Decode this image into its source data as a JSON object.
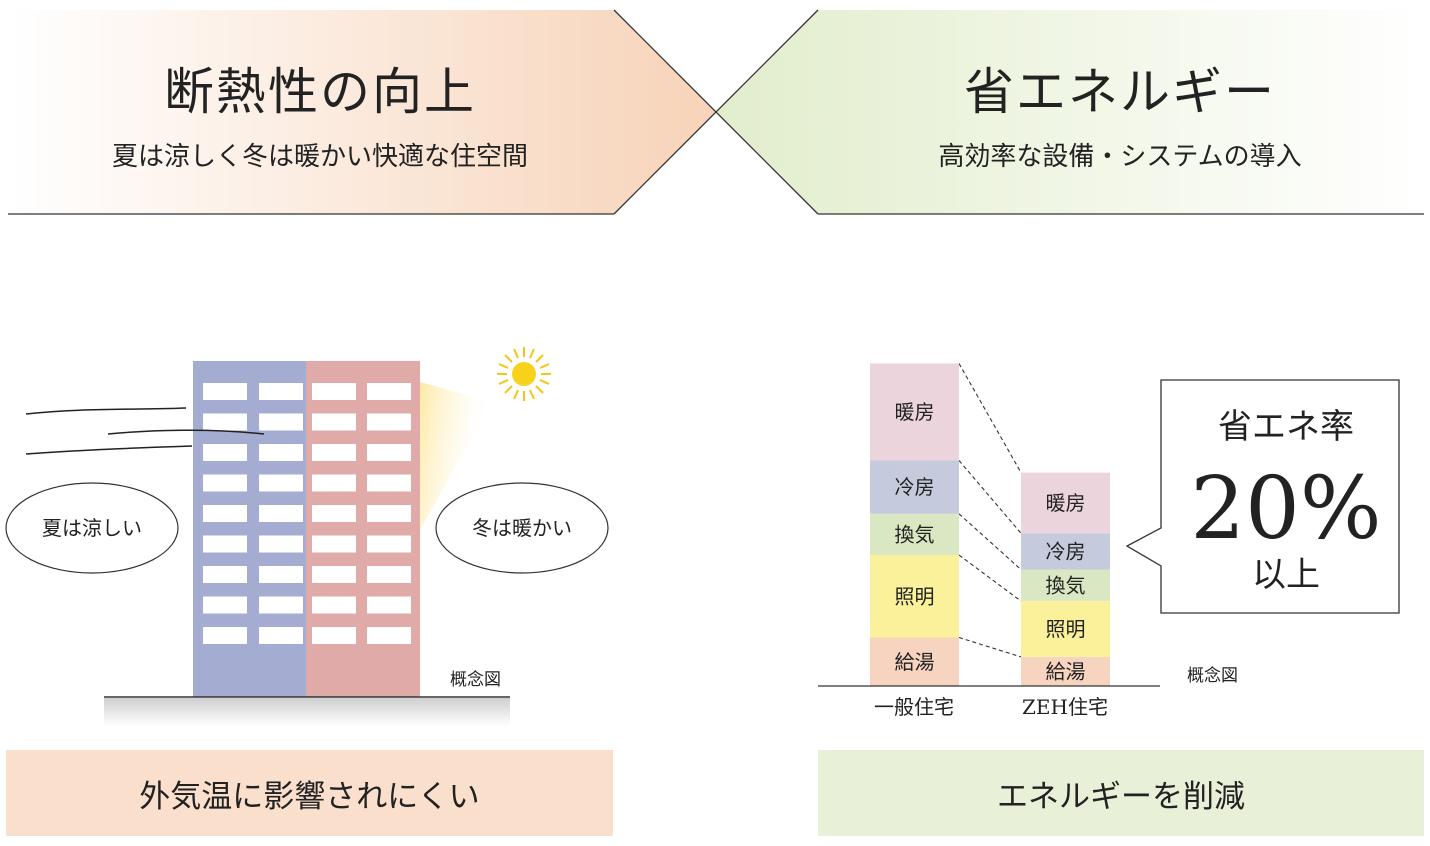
{
  "left_panel": {
    "title": "断熱性の向上",
    "subtitle": "夏は涼しく冬は暖かい快適な住空間",
    "bubble_summer": "夏は涼しい",
    "bubble_winter": "冬は暖かい",
    "note": "概念図",
    "caption": "外気温に影響されにくい"
  },
  "right_panel": {
    "title": "省エネルギー",
    "subtitle": "高効率な設備・システムの導入",
    "note": "概念図",
    "caption": "エネルギーを削減",
    "callout": {
      "label": "省エネ率",
      "value": "20%",
      "suffix": "以上"
    }
  },
  "colors": {
    "heating": "#ecd4dc",
    "cooling": "#c5cbdd",
    "ventilation": "#d9e8c2",
    "lighting": "#fbf19a",
    "hot_water": "#f7d4bf",
    "building_blue": "#a4acd2",
    "building_red": "#dfaaa8",
    "left_band": "#f9dfcc",
    "right_band": "#e8f0d8"
  },
  "chart_data": {
    "type": "bar",
    "stacked": true,
    "categories": [
      "一般住宅",
      "ZEH住宅"
    ],
    "series": [
      {
        "name": "給湯",
        "values": [
          1.0,
          0.6
        ]
      },
      {
        "name": "照明",
        "values": [
          1.7,
          1.15
        ]
      },
      {
        "name": "換気",
        "values": [
          0.85,
          0.65
        ]
      },
      {
        "name": "冷房",
        "values": [
          1.1,
          0.75
        ]
      },
      {
        "name": "暖房",
        "values": [
          2.0,
          1.25
        ]
      }
    ],
    "note": "概念図"
  }
}
